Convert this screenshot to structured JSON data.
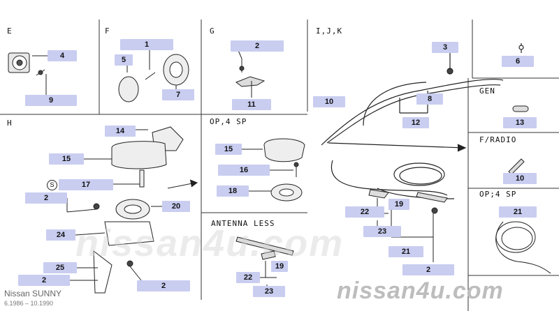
{
  "sections": {
    "e": "E",
    "f": "F",
    "g": "G",
    "ijk": "I,J,K",
    "h": "H",
    "op4sp_h": "OP,4 SP",
    "antenna_less": "ANTENNA LESS",
    "gen": "GEN",
    "fradio": "F/RADIO",
    "op4sp_r": "OP;4 SP"
  },
  "callouts": {
    "e_4": "4",
    "e_9": "9",
    "f_1": "1",
    "f_5": "5",
    "f_7": "7",
    "g_2": "2",
    "g_11": "11",
    "ijk_3": "3",
    "ijk_6": "6",
    "ijk_10": "10",
    "ijk_8": "8",
    "ijk_12": "12",
    "gen_13": "13",
    "fradio_10": "10",
    "op_21": "21",
    "h_14": "14",
    "h_15": "15",
    "h_17": "17",
    "h_2a": "2",
    "h_20": "20",
    "h_24": "24",
    "h_25": "25",
    "h_2b": "2",
    "h_2c": "2",
    "op4_15": "15",
    "op4_16": "16",
    "op4_18": "18",
    "al_19": "19",
    "al_22": "22",
    "al_23": "23",
    "ant_19": "19",
    "ant_22": "22",
    "ant_23": "23",
    "ant_21": "21",
    "ant_2": "2"
  },
  "s_mark": "S",
  "watermark": "nissan4u.com",
  "model": "Nissan SUNNY",
  "dates": "6.1986 – 10.1990"
}
